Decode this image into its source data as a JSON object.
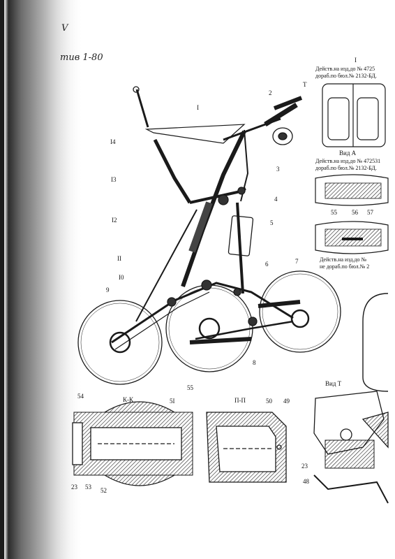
{
  "margin_marks": {
    "check": "V",
    "note": "тив 1-80"
  },
  "part_numbers": [
    "I",
    "2",
    "3",
    "4",
    "5",
    "6",
    "7",
    "8",
    "9",
    "I0",
    "II",
    "I2",
    "I3",
    "I4",
    "55",
    "T"
  ],
  "view_I": {
    "title": "I",
    "caption_line1": "Действ.на изд.до № 4725",
    "caption_line2": "дораб.по бюл.№ 2132-БД."
  },
  "view_A": {
    "title": "Вид А",
    "caption_line1": "Действ.на изд.до № 472531",
    "caption_line2": "дораб.по бюл.№ 2132-БД.",
    "parts": [
      "55",
      "56",
      "57"
    ]
  },
  "view_I2": {
    "caption_line1": "Действ.на изд.до №",
    "caption_line2": "не дораб.по бюл.№ 2"
  },
  "section_KK": {
    "title": "К-К",
    "parts": [
      "54",
      "5I",
      "23",
      "53",
      "52"
    ]
  },
  "section_PP": {
    "title": "П-П",
    "parts": [
      "50",
      "49"
    ]
  },
  "view_T": {
    "title": "Вид Т",
    "parts": [
      "23",
      "48"
    ]
  },
  "colors": {
    "ink": "#1a1a1a",
    "shadow": "#3a3a3a",
    "paper": "#ffffff"
  }
}
